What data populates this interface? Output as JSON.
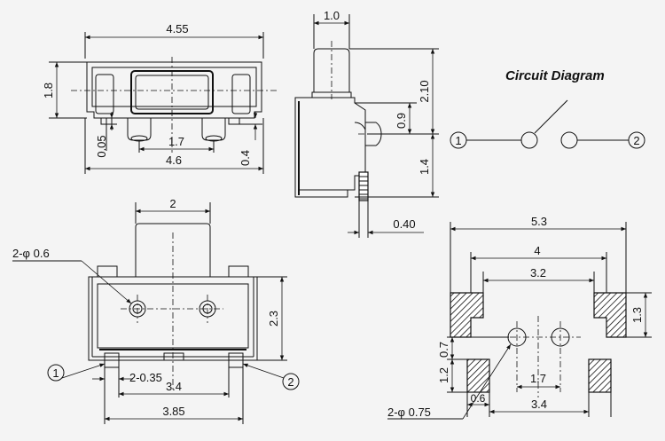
{
  "top_view": {
    "width": "4.55",
    "height": "1.8",
    "pad_gap": "0.05",
    "pad_pitch": "1.7",
    "overall_width": "4.6",
    "pad_height": "0.4"
  },
  "side_view": {
    "actuator_width": "1.0",
    "total_height": "2.10",
    "actuator_offset": "0.9",
    "body_height": "1.4",
    "terminal_width": "0.40"
  },
  "circuit": {
    "title": "Circuit Diagram",
    "terminal_1": "1",
    "terminal_2": "2"
  },
  "front_view": {
    "actuator_width": "2",
    "hole_label": "2-φ 0.6",
    "height": "2.3",
    "pad_width": "2-0.35",
    "pad_span": "3.4",
    "overall_width": "3.85",
    "terminal_1": "1",
    "terminal_2": "2"
  },
  "footprint": {
    "overall": "5.3",
    "outer_pitch": "4",
    "inner_pitch": "3.2",
    "pad_height": "1.3",
    "hole_offset": "0.7",
    "small_pad_height": "1.2",
    "hole_pitch": "1.7",
    "small_pad_width": "0.6",
    "small_pad_span": "3.4",
    "hole_label": "2-φ 0.75"
  }
}
